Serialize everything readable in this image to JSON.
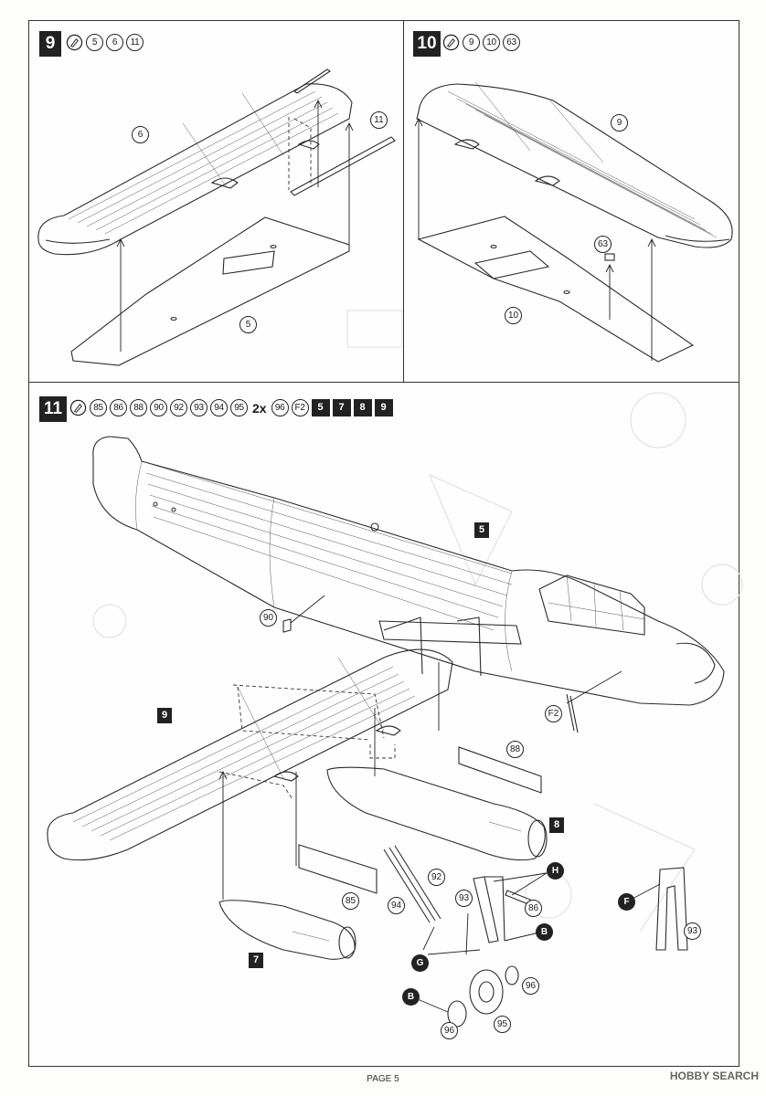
{
  "step9": {
    "number": "9",
    "parts": [
      "5",
      "6",
      "11"
    ],
    "callouts": {
      "upper_wing": "6",
      "lower_wing": "5",
      "rod": "11"
    }
  },
  "step10": {
    "number": "10",
    "parts": [
      "9",
      "10",
      "63"
    ],
    "callouts": {
      "upper_wing": "9",
      "lower_wing": "10",
      "small_part": "63"
    }
  },
  "step11": {
    "number": "11",
    "parts": [
      "85",
      "86",
      "88",
      "90",
      "92",
      "93",
      "94",
      "95"
    ],
    "multiplier": "2x",
    "multi_parts": [
      "96",
      "F2"
    ],
    "subassemblies": [
      "5",
      "7",
      "8",
      "9"
    ],
    "callouts": {
      "p90": "90",
      "pF2": "F2",
      "p88": "88",
      "p85": "85",
      "p92": "92",
      "p93": "93",
      "p94": "94",
      "p86": "86",
      "p95": "95",
      "p96a": "96",
      "p96b": "96",
      "p93b": "93"
    },
    "tags": {
      "fuselage": "5",
      "wing": "9",
      "nacelle_r": "8",
      "nacelle_l": "7"
    },
    "paints": {
      "h": "H",
      "b1": "B",
      "g": "G",
      "b2": "B",
      "f": "F"
    }
  },
  "footer": {
    "page": "PAGE 5"
  },
  "watermark": "HOBBY SEARCH"
}
